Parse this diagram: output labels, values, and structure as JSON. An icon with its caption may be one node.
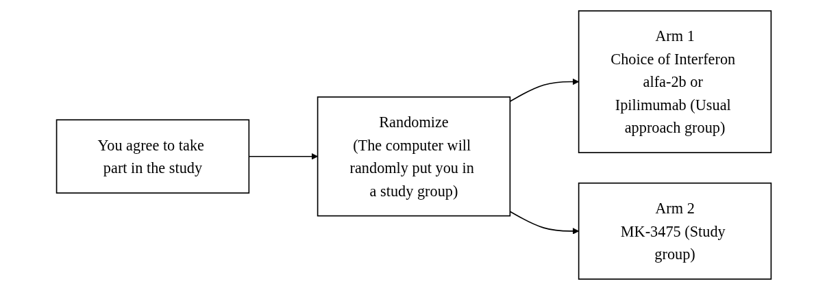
{
  "diagram": {
    "nodes": [
      {
        "text": [
          "You agree to take part in the study"
        ]
      },
      {
        "text": [
          "Randomize",
          "(The computer will randomly put you in a study group)"
        ]
      },
      {
        "text": [
          "Arm 1",
          "Choice of Interferon alfa-2b or Ipilimumab (Usual approach group)"
        ]
      },
      {
        "text": [
          "Arm 2",
          "MK-3475 (Study group)"
        ]
      }
    ],
    "edges": [
      {
        "from": 0,
        "to": 1,
        "arrow": "to"
      },
      {
        "from": 1,
        "to": 2,
        "arrow": "to"
      },
      {
        "from": 1,
        "to": 3,
        "arrow": "to"
      }
    ]
  }
}
